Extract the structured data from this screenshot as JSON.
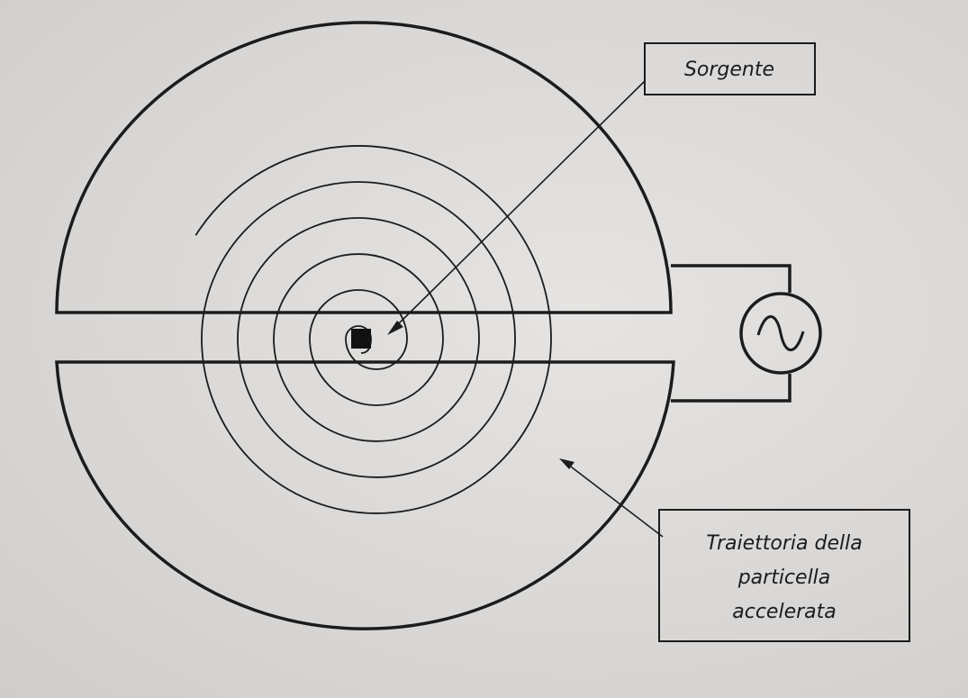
{
  "labels": {
    "source": "Sorgente",
    "trajectory_line1": "Traiettoria della",
    "trajectory_line2": "particella",
    "trajectory_line3": "accelerata"
  },
  "icons": {
    "ac_source": "alternating-current-source-icon"
  },
  "colors": {
    "ink": "#1c1c1c",
    "paper": "#dcdad8"
  }
}
